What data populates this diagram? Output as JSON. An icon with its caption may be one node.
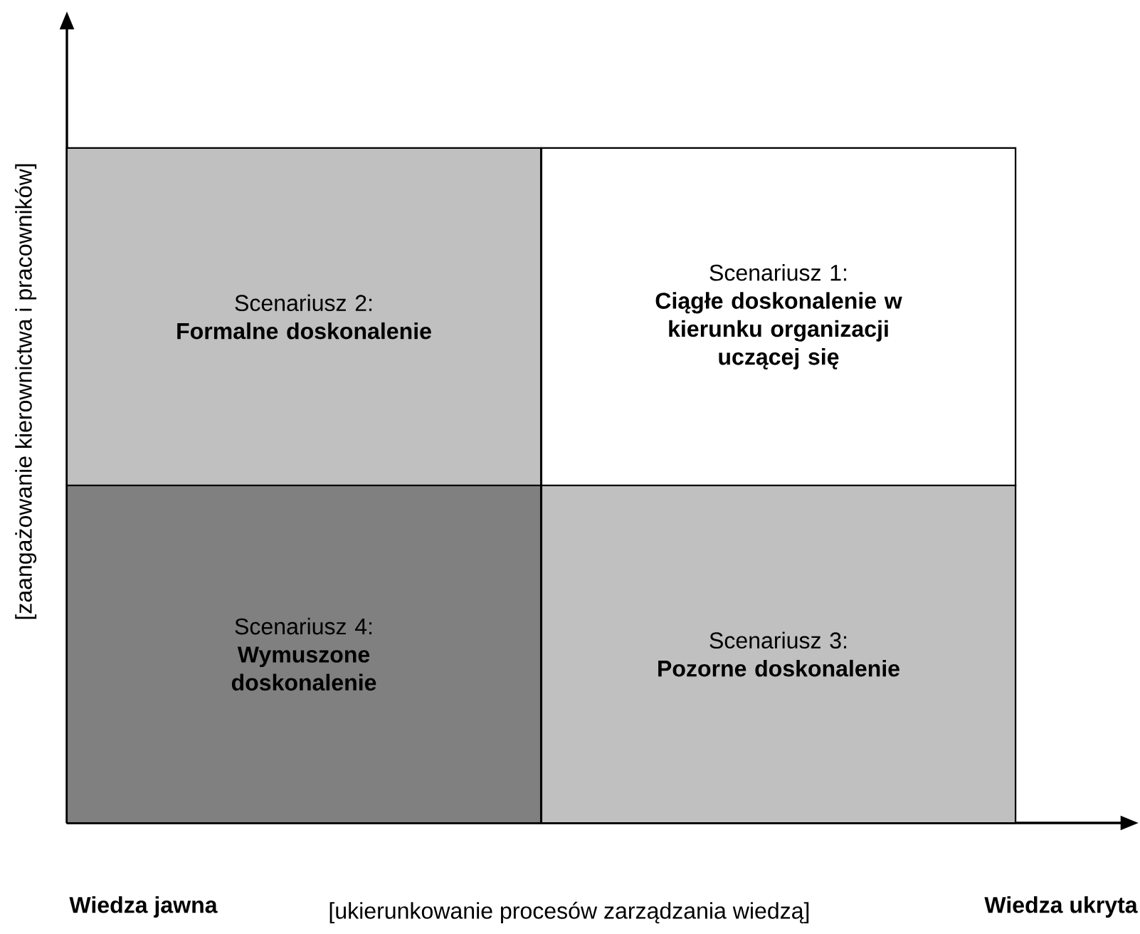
{
  "diagram": {
    "nodes": [
      {
        "text": [
          "Scenariusz 2:",
          "Formalne doskonalenie"
        ]
      },
      {
        "text": [
          "Scenariusz 1:",
          "Ciągłe doskonalenie w kierunku organizacji uczącej się"
        ]
      },
      {
        "text": [
          "Scenariusz 4:",
          "Wymuszone doskonalenie"
        ]
      },
      {
        "text": [
          "Scenariusz 3:",
          "Pozorne doskonalenie"
        ]
      }
    ],
    "labels": [
      "[zaangażowanie kierownictwa i pracowników]",
      "Wiedza jawna",
      "Wiedza ukryta",
      "[ukierunkowanie procesów zarządzania wiedzą]"
    ]
  }
}
